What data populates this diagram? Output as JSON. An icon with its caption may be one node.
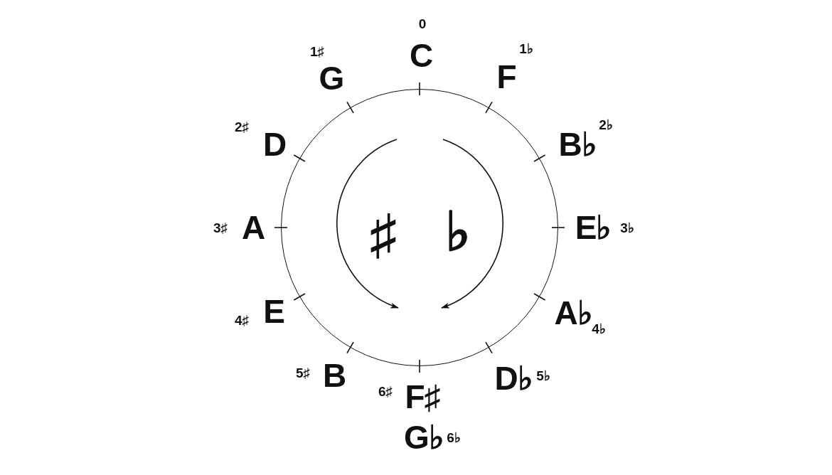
{
  "diagram": {
    "nodes": [
      {
        "text": [
          "♯",
          "♭"
        ]
      }
    ],
    "labels": [
      "0",
      "C",
      "1♭",
      "F",
      "2♭",
      "B♭",
      "3♭",
      "E♭",
      "4♭",
      "A♭",
      "5♭",
      "D♭",
      "6♯",
      "F♯",
      "G♭",
      "6♭",
      "5♯",
      "B",
      "4♯",
      "E",
      "3♯",
      "A",
      "2♯",
      "D",
      "1♯",
      "G"
    ]
  }
}
